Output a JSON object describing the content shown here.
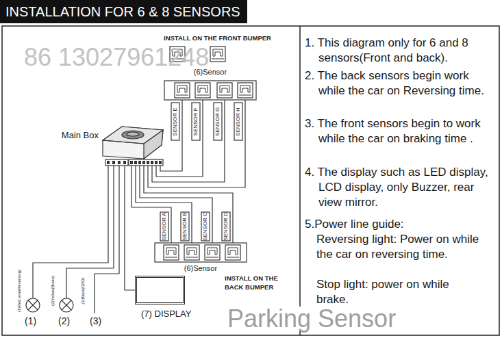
{
  "diagram": {
    "title": "INSTALLATION FOR 6 & 8 SENSORS",
    "nodes": [
      {
        "text": [
          "(6)Sensor"
        ]
      },
      {
        "text": [
          "Main Box"
        ]
      },
      {
        "text": [
          "(6)Sensor"
        ]
      },
      {
        "text": [
          "(7) DISPLAY"
        ]
      },
      {
        "text": [
          "(1)"
        ]
      },
      {
        "text": [
          "(2)"
        ]
      }
    ],
    "edges": [
      {
        "from": 1,
        "to": 0,
        "arrow": "none"
      },
      {
        "from": 1,
        "to": 2,
        "arrow": "none"
      },
      {
        "from": 1,
        "to": 3,
        "arrow": "none"
      },
      {
        "from": 1,
        "to": 4,
        "arrow": "none"
      },
      {
        "from": 1,
        "to": 5,
        "arrow": "none"
      }
    ],
    "labels": [
      "86 13027961248",
      "INSTALL ON THE FRONT BUMPER",
      "SENSOR E",
      "SENSOR F",
      "SENSOR G",
      "SENSOR H",
      "SENSOR A",
      "SENSOR B",
      "SENSOR C",
      "SENSOR D",
      "INSTALL ON THE BACK BUMPER",
      "(1)Red wire(Reversing)",
      "(2)Yellow(Brake)",
      "(3)Black(GND)",
      "(3)",
      "1. This diagram only for 6 and 8 sensors(Front and back).",
      "2. The back sensors begin work while the car on Reversing time.",
      "3. The front sensors begin to work while the car on braking time .",
      "4. The display such as LED display, LCD display, only Buzzer, rear view mirror.",
      "5.Power line guide:",
      "Reversing light: Power on while the car on reversing time.",
      "Stop light: power on while brake.",
      "Parking Sensor"
    ]
  }
}
